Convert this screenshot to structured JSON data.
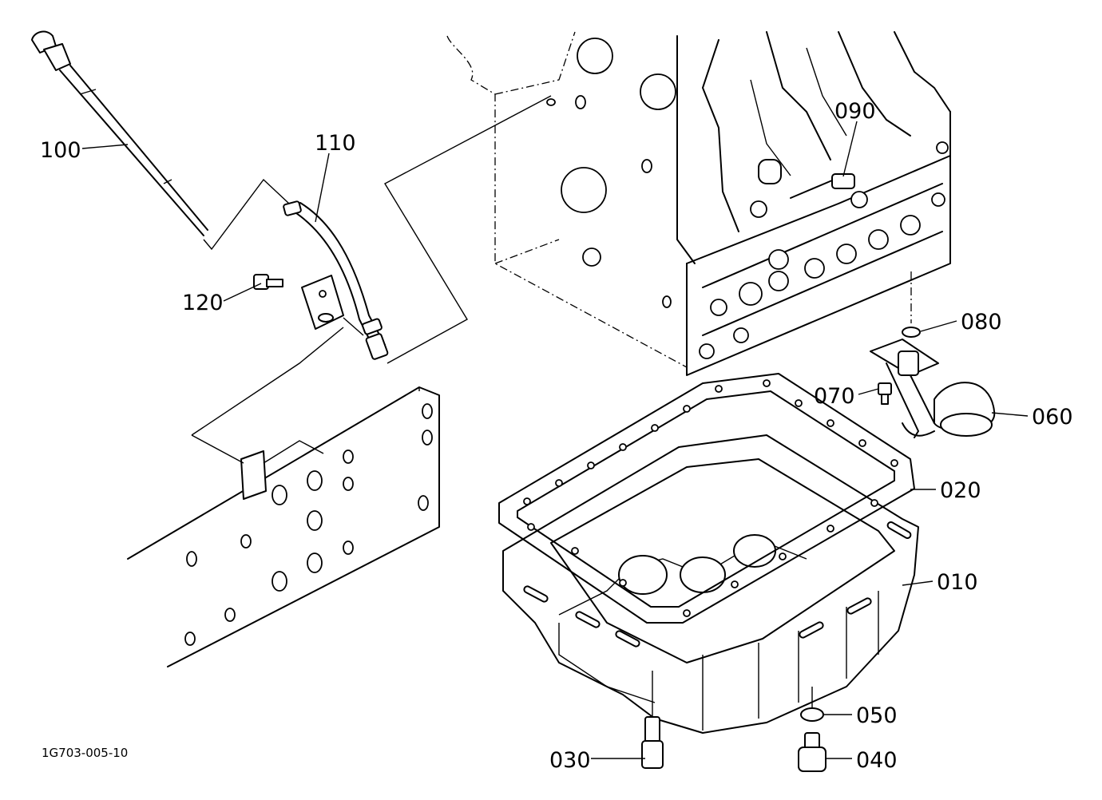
{
  "drawing_code": "1G703-005-10",
  "callouts": {
    "p100": "100",
    "p110": "110",
    "p120": "120",
    "p090": "090",
    "p080": "080",
    "p070": "070",
    "p060": "060",
    "p020": "020",
    "p010": "010",
    "p050": "050",
    "p030": "030",
    "p040": "040"
  }
}
